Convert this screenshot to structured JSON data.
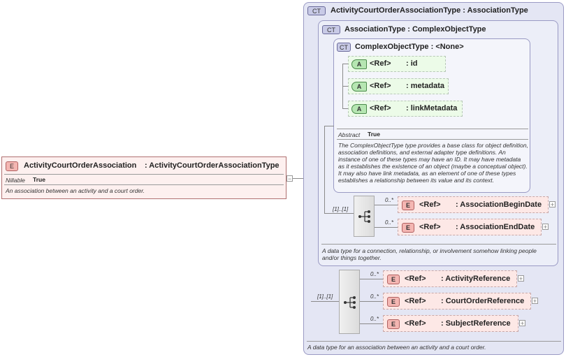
{
  "root_element": {
    "badge": "E",
    "name": "ActivityCourtOrderAssociation",
    "type": ": ActivityCourtOrderAssociationType",
    "nillable_label": "Nillable",
    "nillable_value": "True",
    "description": "An association between an activity and a court order.",
    "collapse": "−"
  },
  "outer_type": {
    "badge": "CT",
    "title": "ActivityCourtOrderAssociationType : AssociationType",
    "description": "A data type for an association between an activity and a court order.",
    "sequence_cardinality": "[1]..[1]",
    "elements": [
      {
        "badge": "E",
        "ref": "<Ref>",
        "name": ": ActivityReference",
        "cardinality": "0..*",
        "expand": "+"
      },
      {
        "badge": "E",
        "ref": "<Ref>",
        "name": ": CourtOrderReference",
        "cardinality": "0..*",
        "expand": "+"
      },
      {
        "badge": "E",
        "ref": "<Ref>",
        "name": ": SubjectReference",
        "cardinality": "0..*",
        "expand": "+"
      }
    ]
  },
  "association_type": {
    "badge": "CT",
    "title": "AssociationType : ComplexObjectType",
    "description": "A data type for a connection, relationship, or involvement somehow linking people and/or things together.",
    "sequence_cardinality": "[1]..[1]",
    "elements": [
      {
        "badge": "E",
        "ref": "<Ref>",
        "name": ": AssociationBeginDate",
        "cardinality": "0..*",
        "expand": "+"
      },
      {
        "badge": "E",
        "ref": "<Ref>",
        "name": ": AssociationEndDate",
        "cardinality": "0..*",
        "expand": "+"
      }
    ]
  },
  "complex_object_type": {
    "badge": "CT",
    "title": "ComplexObjectType : <None>",
    "attributes": [
      {
        "badge": "A",
        "ref": "<Ref>",
        "name": ": id"
      },
      {
        "badge": "A",
        "ref": "<Ref>",
        "name": ": metadata"
      },
      {
        "badge": "A",
        "ref": "<Ref>",
        "name": ": linkMetadata"
      }
    ],
    "abstract_label": "Abstract",
    "abstract_value": "True",
    "description": "The ComplexObjectType type provides a base class for object definition, association definitions, and external adapter type definitions. An instance of one of these types may have an ID. It may have metadata as it establishes the existence of an object (maybe a conceptual object). It may also have link metadata, as an element of one of these types establishes a relationship between its value and its context."
  }
}
